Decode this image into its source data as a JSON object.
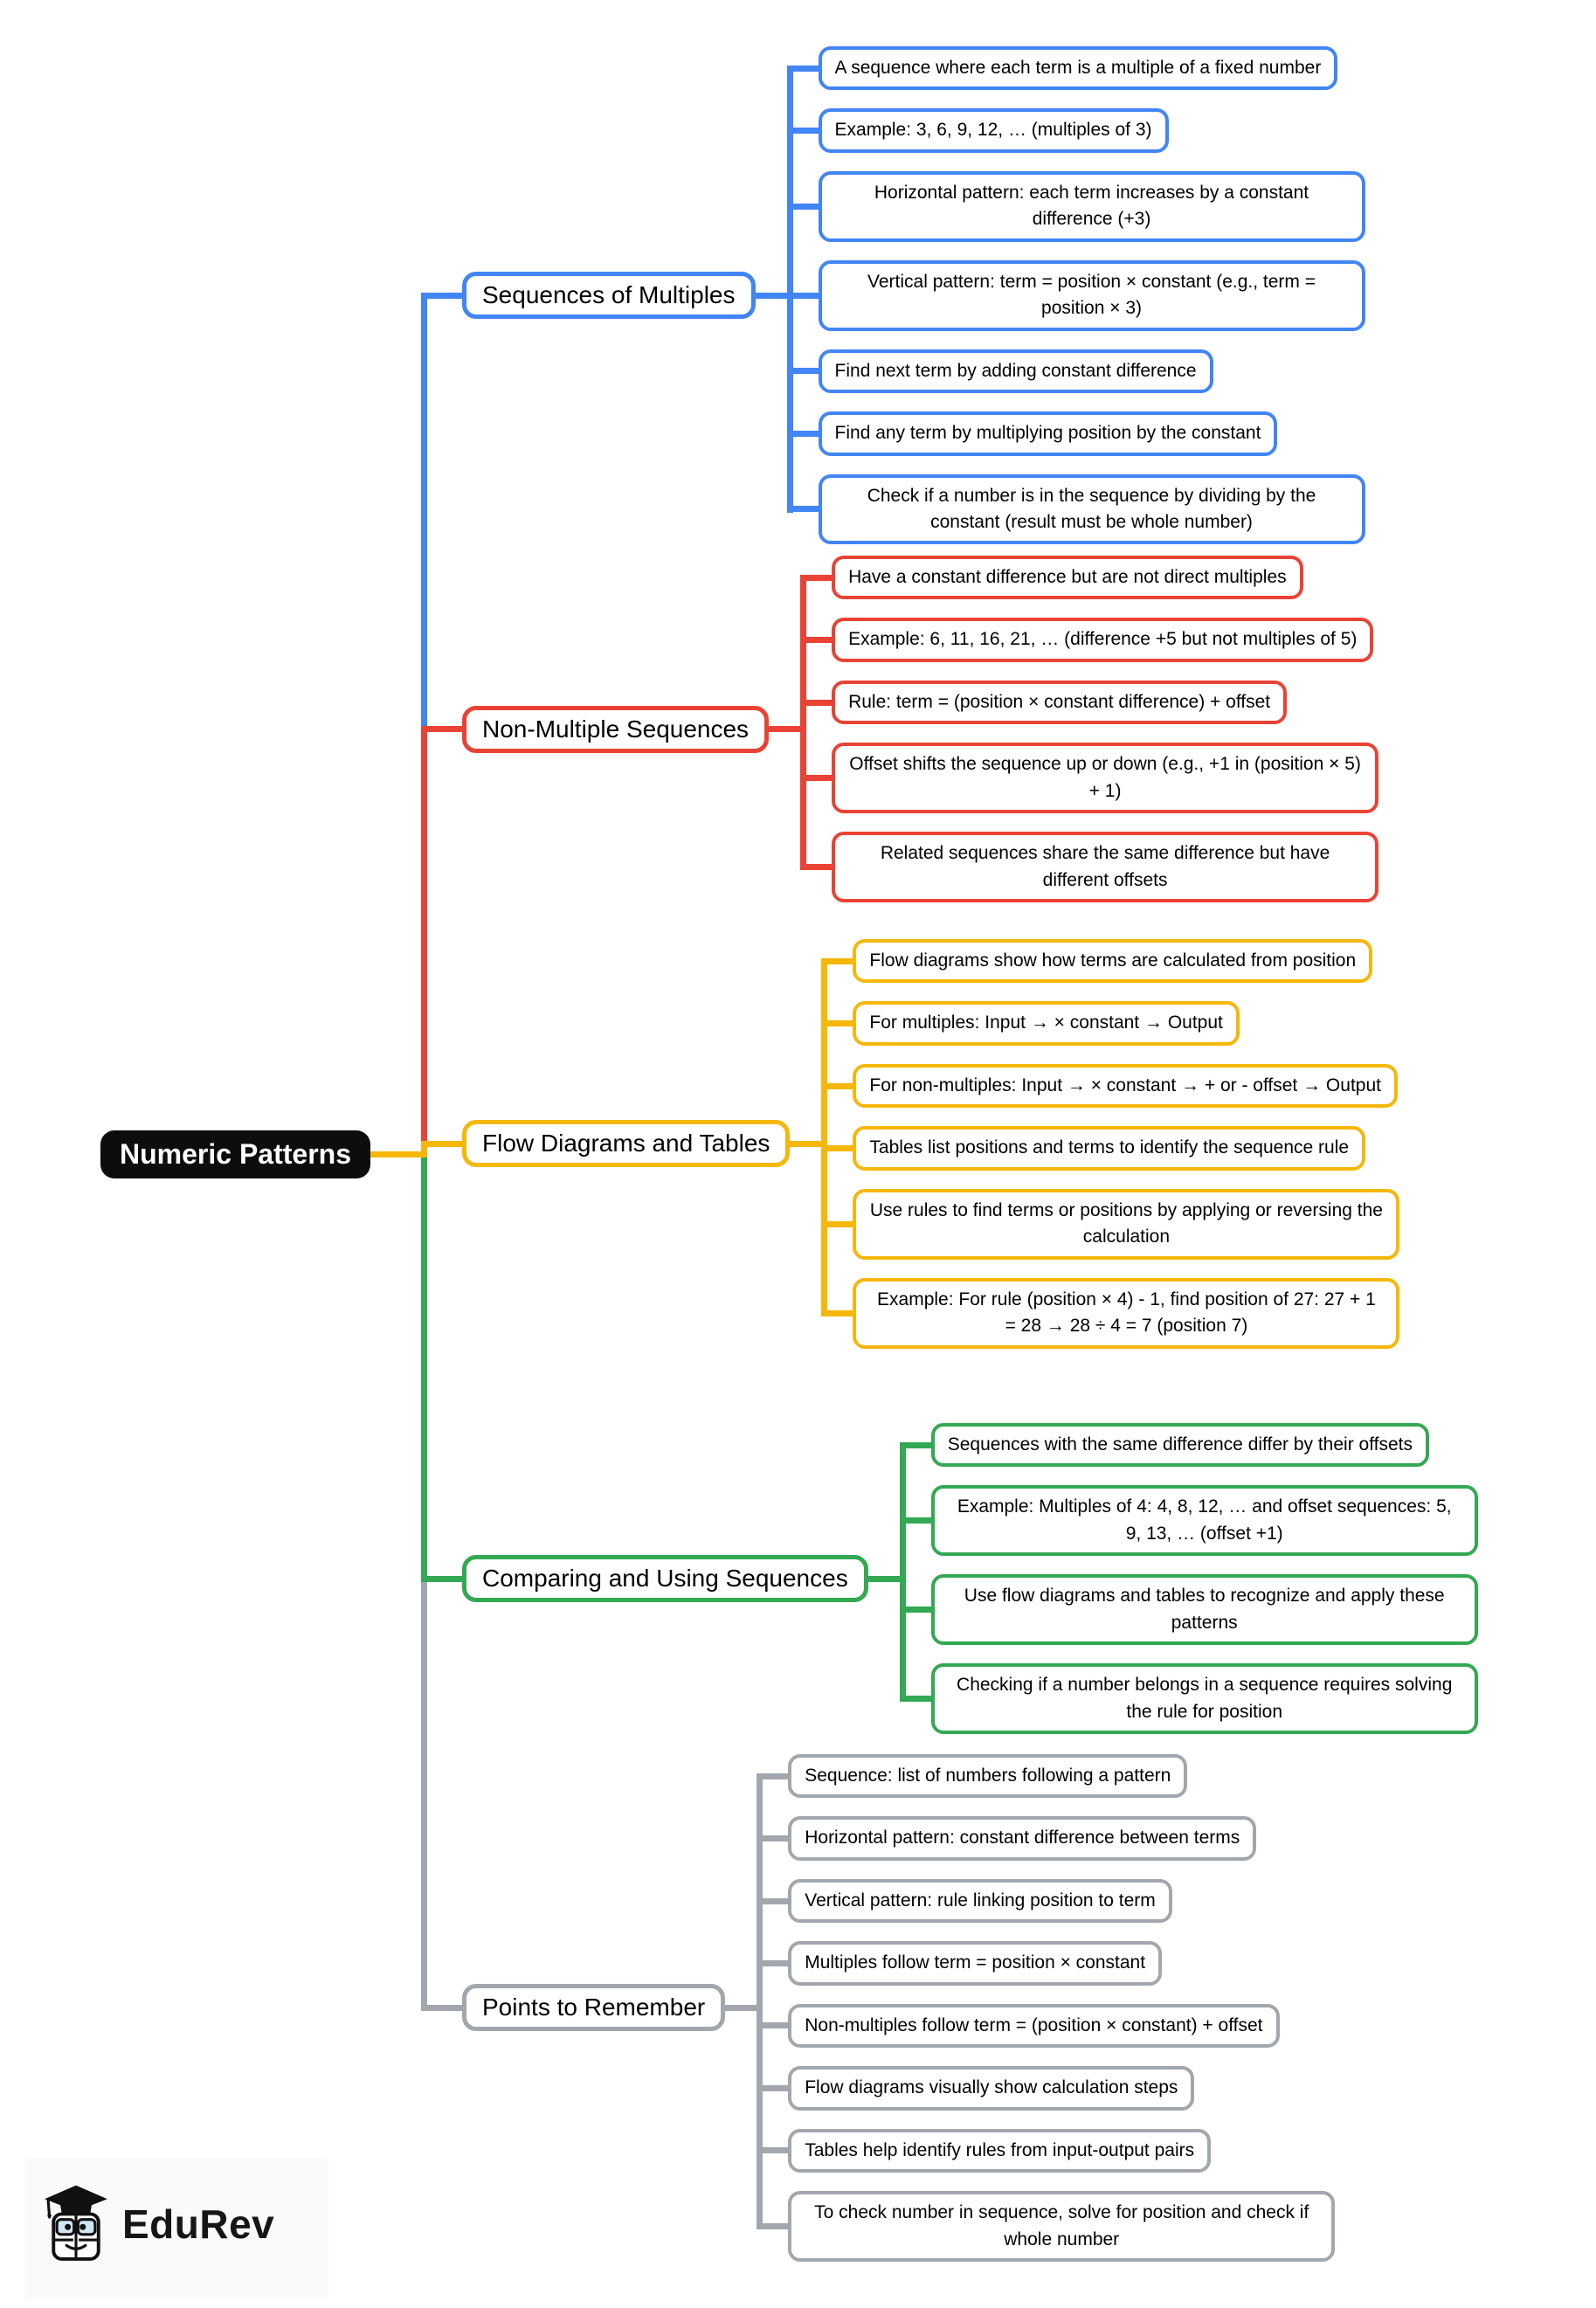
{
  "root": {
    "label": "Numeric Patterns",
    "bg_color": "#0d0d0d",
    "text_color": "#ffffff"
  },
  "branches": [
    {
      "label": "Sequences of Multiples",
      "color": "#4285F4",
      "leaves": [
        "A sequence where each term is a multiple of a fixed number",
        "Example: 3, 6, 9, 12, … (multiples of 3)",
        "Horizontal pattern: each term increases by a constant difference (+3)",
        "Vertical pattern: term = position × constant (e.g., term = position × 3)",
        "Find next term by adding constant difference",
        "Find any term by multiplying position by the constant",
        "Check if a number is in the sequence by dividing by the constant (result must be whole number)"
      ]
    },
    {
      "label": "Non-Multiple Sequences",
      "color": "#E94335",
      "leaves": [
        "Have a constant difference but are not direct multiples",
        "Example: 6, 11, 16, 21, … (difference +5 but not multiples of 5)",
        "Rule: term = (position × constant difference) + offset",
        "Offset shifts the sequence up or down (e.g., +1 in (position × 5) + 1)",
        "Related sequences share the same difference but have different offsets"
      ]
    },
    {
      "label": "Flow Diagrams and Tables",
      "color": "#F5B70A",
      "leaves": [
        "Flow diagrams show how terms are calculated from position",
        "For multiples: Input → × constant → Output",
        "For non-multiples: Input → × constant → + or - offset → Output",
        "Tables list positions and terms to identify the sequence rule",
        "Use rules to find terms or positions by applying or reversing the calculation",
        "Example: For rule (position × 4) - 1, find position of 27: 27 + 1 = 28 → 28 ÷ 4 = 7 (position 7)"
      ]
    },
    {
      "label": "Comparing and Using Sequences",
      "color": "#34A853",
      "leaves": [
        "Sequences with the same difference differ by their offsets",
        "Example: Multiples of 4: 4, 8, 12, … and offset sequences: 5, 9, 13, … (offset +1)",
        "Use flow diagrams and tables to recognize and apply these patterns",
        "Checking if a number belongs in a sequence requires solving the rule for position"
      ]
    },
    {
      "label": "Points to Remember",
      "color": "#A2A7AE",
      "leaves": [
        "Sequence: list of numbers following a pattern",
        "Horizontal pattern: constant difference between terms",
        "Vertical pattern: rule linking position to term",
        "Multiples follow term = position × constant",
        "Non-multiples follow term = (position × constant) + offset",
        "Flow diagrams visually show calculation steps",
        "Tables help identify rules from input-output pairs",
        "To check number in sequence, solve for position and check if whole number"
      ]
    }
  ],
  "logo": {
    "text": "EduRev"
  }
}
